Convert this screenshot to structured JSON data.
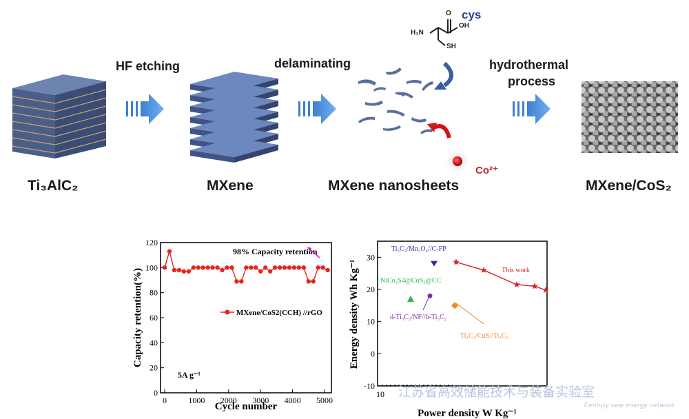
{
  "scheme": {
    "labels": {
      "ti3alc2": "Ti₃AlC₂",
      "mxene": "MXene",
      "nanosheets": "MXene nanosheets",
      "composite": "MXene/CoS₂"
    },
    "steps": {
      "etching": "HF etching",
      "delaminating": "delaminating",
      "hydro_1": "hydrothermal",
      "hydro_2": "process"
    },
    "molecule": {
      "name": "cys",
      "nh2": "H₂N",
      "oh": "OH",
      "o": "O",
      "sh": "SH"
    },
    "ion": "Co²⁺"
  },
  "chart_data": [
    {
      "type": "line",
      "xlabel": "Cycle number",
      "ylabel": "Capacity retention(%)",
      "xlim": [
        0,
        5000
      ],
      "ylim": [
        0,
        120
      ],
      "xticks": [
        "0",
        "1000",
        "2000",
        "3000",
        "4000",
        "5000"
      ],
      "yticks": [
        "0",
        "20",
        "40",
        "60",
        "80",
        "100",
        "120"
      ],
      "series": [
        {
          "name": "MXene/CoS2(CCH) //rGO",
          "color": "#e8251c",
          "x": [
            0,
            150,
            300,
            450,
            600,
            750,
            900,
            1050,
            1200,
            1350,
            1500,
            1650,
            1800,
            1950,
            2100,
            2250,
            2400,
            2550,
            2700,
            2850,
            3000,
            3150,
            3300,
            3450,
            3600,
            3750,
            3900,
            4050,
            4200,
            4350,
            4500,
            4650,
            4800,
            4950,
            5100
          ],
          "y": [
            100,
            113,
            98,
            98,
            97,
            97,
            100,
            100,
            100,
            100,
            100,
            100,
            98,
            100,
            100,
            89,
            89,
            100,
            100,
            100,
            97,
            100,
            97,
            100,
            100,
            100,
            100,
            100,
            100,
            100,
            89,
            89,
            100,
            100,
            98
          ]
        }
      ],
      "annotations": [
        "98% Capacity retention",
        "5A g⁻¹"
      ],
      "legend_placement": "right-middle",
      "grid": false
    },
    {
      "type": "scatter",
      "xlabel": "Power density W Kg⁻¹",
      "ylabel": "Energy density Wh Kg⁻¹",
      "ylim": [
        -10,
        35
      ],
      "yticks": [
        "-10",
        "0",
        "10",
        "20",
        "30"
      ],
      "xticks": [
        "10"
      ],
      "xscale": "log",
      "series": [
        {
          "name": "This work",
          "color": "#d42a2a",
          "marker": "star",
          "y": [
            28.5,
            26,
            21.5,
            21,
            19.8
          ]
        },
        {
          "name": "Ti₃C₂/Mn₃O₄//C-FP",
          "color": "#2f2fa8",
          "marker": "triangle-down",
          "y": [
            28
          ]
        },
        {
          "name": "NiCo₂S4@CoS₂@CC",
          "color": "#2fb845",
          "marker": "triangle-up",
          "y": [
            17
          ]
        },
        {
          "name": "d-Ti₃C₂/NF//b-Ti₃C₂",
          "color": "#7b2fa8",
          "marker": "circle",
          "y": [
            18
          ]
        },
        {
          "name": "Ti₃C₂/CuS//Ti₃C₂",
          "color": "#f08a24",
          "marker": "diamond",
          "y": [
            15
          ]
        }
      ],
      "grid": false
    }
  ],
  "watermark": {
    "cn": "江苏省高效储能技术与装备实验室",
    "en": "Century new energy network"
  }
}
